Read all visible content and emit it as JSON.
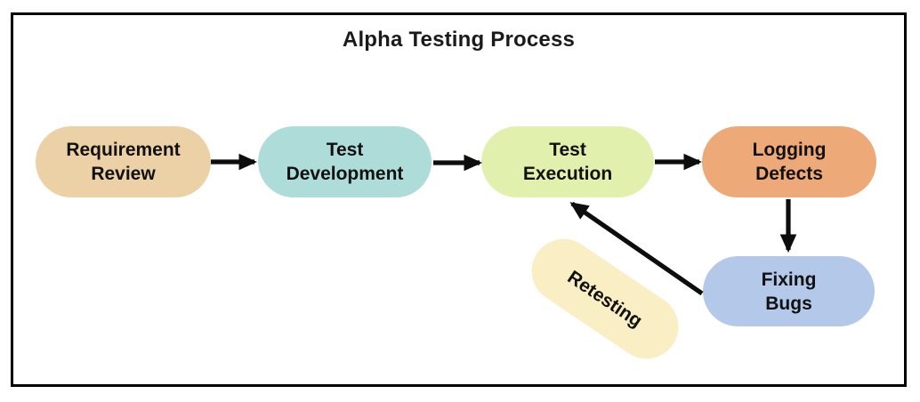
{
  "title": "Alpha Testing Process",
  "nodes": {
    "requirement_review": {
      "line1": "Requirement",
      "line2": "Review",
      "color": "#ecd0a6"
    },
    "test_development": {
      "line1": "Test",
      "line2": "Development",
      "color": "#aedcd8"
    },
    "test_execution": {
      "line1": "Test",
      "line2": "Execution",
      "color": "#e1f0ad"
    },
    "logging_defects": {
      "line1": "Logging",
      "line2": "Defects",
      "color": "#eda978"
    },
    "fixing_bugs": {
      "line1": "Fixing",
      "line2": "Bugs",
      "color": "#b4c9e9"
    },
    "retesting": {
      "label": "Retesting",
      "color": "#faefc4"
    }
  },
  "edges": [
    {
      "from": "Requirement Review",
      "to": "Test Development"
    },
    {
      "from": "Test Development",
      "to": "Test Execution"
    },
    {
      "from": "Test Execution",
      "to": "Logging Defects"
    },
    {
      "from": "Logging Defects",
      "to": "Fixing Bugs"
    },
    {
      "from": "Fixing Bugs",
      "to": "Test Execution",
      "via": "Retesting"
    }
  ],
  "colors": {
    "background": "#ffffff",
    "border": "#000000",
    "arrow": "#0d0d0d",
    "text": "#111111"
  }
}
